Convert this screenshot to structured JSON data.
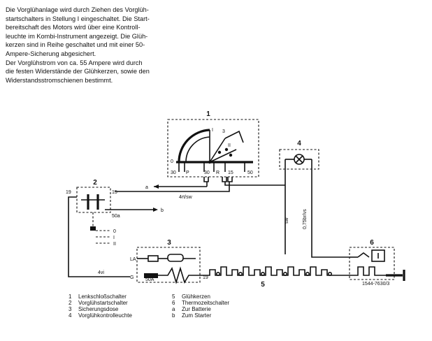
{
  "description_lines": [
    "Die Vorglühanlage wird durch Ziehen des Vorglüh-",
    "startschalters in Stellung I eingeschaltet. Die Start-",
    "bereitschaft des Motors wird über eine Kontroll-",
    "leuchte im Kombi-Instrument angezeigt. Die Glüh-",
    "kerzen sind in Reihe geschaltet und mit einer 50-",
    "Ampere-Sicherung abgesichert.",
    "Der Vorglühstrom von ca. 55 Ampere wird durch",
    "die festen Widerstände der Glühkerzen, sowie den",
    "Widerstandsstromschienen bestimmt."
  ],
  "diagram": {
    "components": {
      "c1": "1",
      "c2": "2",
      "c3": "3",
      "c4": "4",
      "c5": "5",
      "c6": "6"
    },
    "switch1_terminals": [
      "30",
      "P",
      "30",
      "R",
      "15",
      "50"
    ],
    "switch1_positions": [
      "I",
      "II",
      "0"
    ],
    "switch1_pos3": "3",
    "switch2_terminals": {
      "t19": "19",
      "t15": "15",
      "t50a": "50a"
    },
    "switch2_positions": [
      "0",
      "I",
      "II"
    ],
    "fuse_box": {
      "la": "LA",
      "g": "G",
      "fuse": "50A",
      "t19": "19"
    },
    "wires": {
      "rt_sw": "4rt/sw",
      "sw": "sw",
      "br_vs": "0,75br/vs",
      "vi": "4vi"
    },
    "relay_terminals": {
      "a": "a",
      "b": "b"
    },
    "ident": "1544-7630/3"
  },
  "legend": [
    {
      "num": "1",
      "text": "Lenkschloßschalter"
    },
    {
      "num": "2",
      "text": "Vorglühstartschalter"
    },
    {
      "num": "3",
      "text": "Sicherungsdose"
    },
    {
      "num": "4",
      "text": "Vorglühkontrolleuchte"
    },
    {
      "num": "5",
      "text": "Glühkerzen"
    },
    {
      "num": "6",
      "text": "Thermozeitschalter"
    },
    {
      "num": "a",
      "text": "Zur Batterie"
    },
    {
      "num": "b",
      "text": "Zum Starter"
    }
  ]
}
